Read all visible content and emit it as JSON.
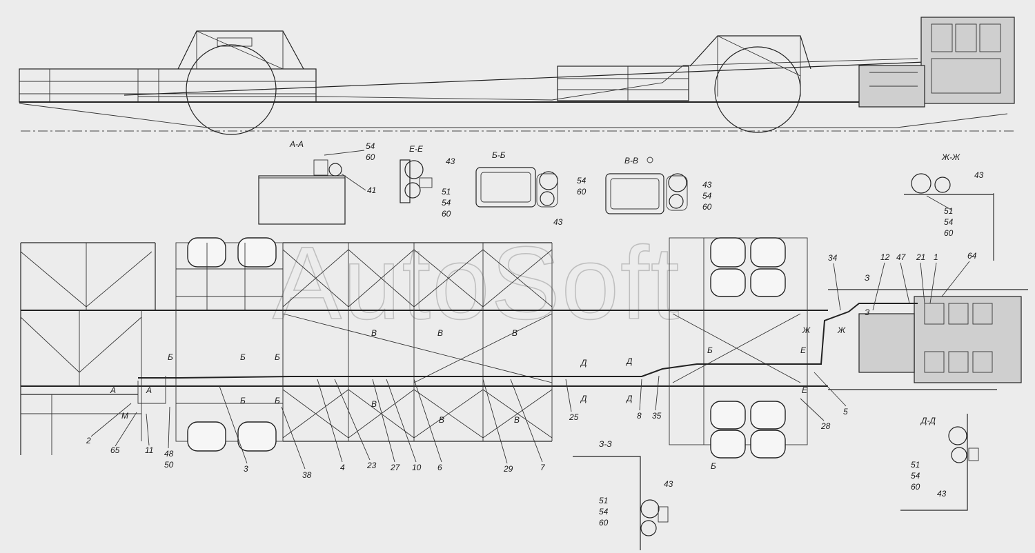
{
  "watermark": "AutoSoft",
  "sections": {
    "aa": {
      "title": "А-А",
      "labels": [
        "54",
        "60",
        "41"
      ]
    },
    "ee": {
      "title": "Е-Е",
      "labels": [
        "43",
        "51",
        "54",
        "60"
      ]
    },
    "bb": {
      "title": "Б-Б",
      "labels": [
        "54",
        "60",
        "43"
      ]
    },
    "vv": {
      "title": "В-В",
      "labels": [
        "43",
        "54",
        "60"
      ]
    },
    "zhzh": {
      "title": "Ж-Ж",
      "labels": [
        "43",
        "51",
        "54",
        "60"
      ]
    },
    "zz": {
      "title": "З-З",
      "labels": [
        "51",
        "54",
        "60",
        "43"
      ]
    },
    "dd": {
      "title": "Д-Д",
      "labels": [
        "51",
        "54",
        "60",
        "43"
      ]
    }
  },
  "callouts": [
    "2",
    "65",
    "11",
    "48",
    "50",
    "3",
    "38",
    "4",
    "23",
    "27",
    "10",
    "6",
    "29",
    "7",
    "25",
    "8",
    "35",
    "28",
    "5",
    "34",
    "12",
    "47",
    "21",
    "1",
    "64"
  ],
  "cut_marks": [
    "А",
    "А",
    "М",
    "Б",
    "Б",
    "Б",
    "Б",
    "Б",
    "В",
    "В",
    "В",
    "В",
    "В",
    "В",
    "Д",
    "Д",
    "Д",
    "Д",
    "Б",
    "Б",
    "Е",
    "Е",
    "Ж",
    "Ж",
    "З",
    "З"
  ]
}
